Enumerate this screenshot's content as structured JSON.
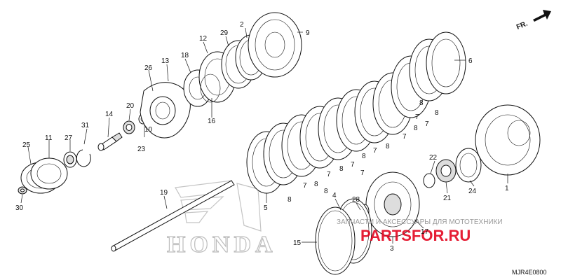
{
  "direction_label": "FR.",
  "diagram_code": "MJR4E0800",
  "watermark": {
    "brand_text": "HONDA",
    "site_text": "PARTSFOR.RU",
    "site_subtext": "ЗАПЧАСТИ И АКСЕССУАРЫ ДЛЯ МОТОТЕХНИКИ"
  },
  "callouts": {
    "p1": "1",
    "p2": "2",
    "p3": "3",
    "p4": "4",
    "p5": "5",
    "p6": "6",
    "p7a": "7",
    "p7b": "7",
    "p7c": "7",
    "p7d": "7",
    "p7e": "7",
    "p7f": "7",
    "p7g": "7",
    "p7h": "7",
    "p8a": "8",
    "p8b": "8",
    "p8c": "8",
    "p8d": "8",
    "p8e": "8",
    "p8f": "8",
    "p8g": "8",
    "p8h": "8",
    "p8i": "8",
    "p9": "9",
    "p10": "10",
    "p11": "11",
    "p12": "12",
    "p13": "13",
    "p14": "14",
    "p15": "15",
    "p16": "16",
    "p17": "17",
    "p18": "18",
    "p19": "19",
    "p20": "20",
    "p21": "21",
    "p22": "22",
    "p23": "23",
    "p24": "24",
    "p25": "25",
    "p26": "26",
    "p27": "27",
    "p28": "28",
    "p29": "29",
    "p30": "30",
    "p31": "31"
  }
}
